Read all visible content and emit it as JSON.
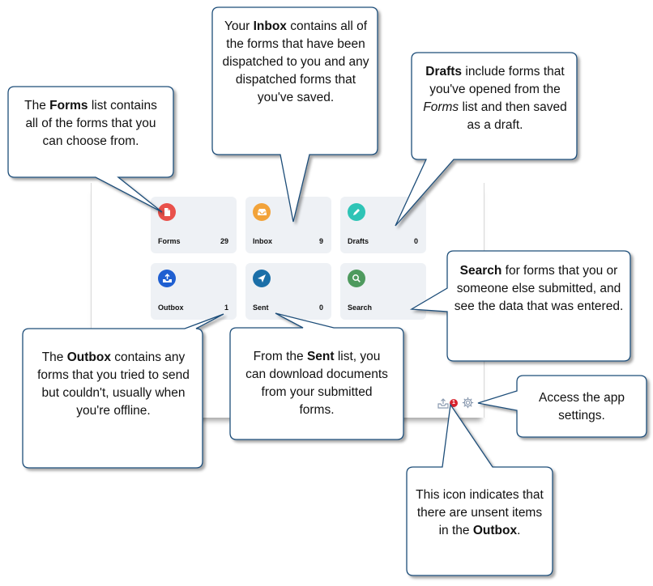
{
  "tiles": [
    {
      "label": "Forms",
      "count": "29",
      "color": "#e9514b",
      "icon": "document-icon"
    },
    {
      "label": "Inbox",
      "count": "9",
      "color": "#f2a33a",
      "icon": "inbox-icon"
    },
    {
      "label": "Drafts",
      "count": "0",
      "color": "#2ec4b6",
      "icon": "pencil-icon"
    },
    {
      "label": "Outbox",
      "count": "1",
      "color": "#1f5fd1",
      "icon": "outbox-icon"
    },
    {
      "label": "Sent",
      "count": "0",
      "color": "#1b6fa8",
      "icon": "send-icon"
    },
    {
      "label": "Search",
      "count": "",
      "color": "#4e9a5e",
      "icon": "search-icon"
    }
  ],
  "callouts": {
    "forms": {
      "pre": "The ",
      "bold": "Forms",
      "post": " list contains all of the forms that you can choose from."
    },
    "inbox": {
      "pre": "Your ",
      "bold": "Inbox",
      "post": " contains all of the forms that have been dispatched to you and any dispatched forms that you've saved."
    },
    "drafts": {
      "bold": "Drafts",
      "mid": " include forms that you've opened from the ",
      "italic": "Forms",
      "post": " list and then saved as a draft."
    },
    "search": {
      "bold": "Search",
      "post": " for forms that you or someone else submitted, and see the data that was entered."
    },
    "outbox": {
      "pre": "The ",
      "bold": "Outbox",
      "post": " contains any forms that you tried to send but couldn't, usually when you're offline."
    },
    "sent": {
      "pre": "From the ",
      "bold": "Sent",
      "post": " list, you can download documents from your submitted forms."
    },
    "settings": {
      "text": "Access the app settings."
    },
    "unsent": {
      "pre": "This icon indicates that there are unsent items in the ",
      "bold": "Outbox",
      "post": "."
    }
  },
  "status": {
    "outbox_badge": "1",
    "outbox_icon": "outbox-icon",
    "settings_icon": "gear-icon",
    "badge_color": "#d9232e"
  }
}
